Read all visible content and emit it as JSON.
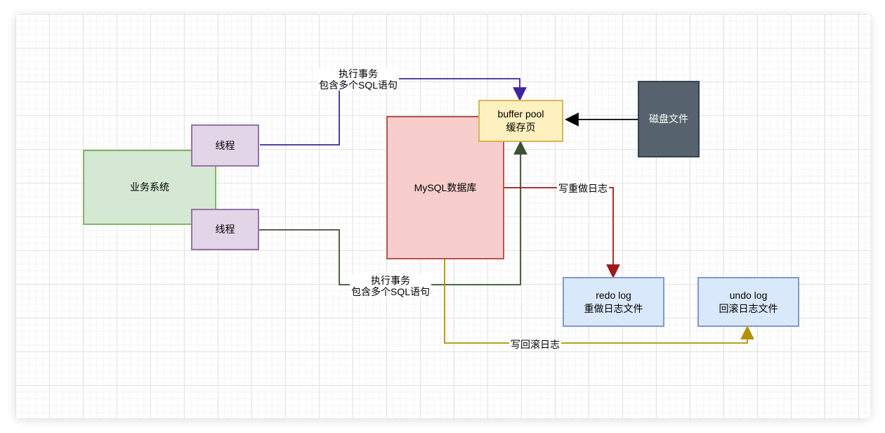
{
  "diagram": {
    "nodes": {
      "business_system": {
        "label": "业务系统"
      },
      "thread_top": {
        "label": "线程"
      },
      "thread_bottom": {
        "label": "线程"
      },
      "mysql": {
        "label": "MySQL数据库"
      },
      "buffer_pool": {
        "line1": "buffer pool",
        "line2": "缓存页"
      },
      "disk_file": {
        "label": "磁盘文件"
      },
      "redo_log": {
        "line1": "redo log",
        "line2": "重做日志文件"
      },
      "undo_log": {
        "line1": "undo log",
        "line2": "回滚日志文件"
      }
    },
    "edge_labels": {
      "exec_top": {
        "line1": "执行事务",
        "line2": "包含多个SQL语句"
      },
      "exec_bottom": {
        "line1": "执行事务",
        "line2": "包含多个SQL语句"
      },
      "write_redo": "写重做日志",
      "write_undo": "写回滚日志"
    },
    "colors": {
      "business_fill": "#d5e8d4",
      "business_border": "#82b366",
      "thread_fill": "#e1d5e7",
      "thread_border": "#9673a6",
      "mysql_fill": "#f8cecc",
      "mysql_border": "#b85450",
      "buffer_fill": "#fff0c0",
      "buffer_border": "#d6b656",
      "disk_fill": "#56636e",
      "disk_border": "#35424c",
      "log_fill": "#dae8fc",
      "log_border": "#7e9cc7",
      "edge_exec_top": "#40239f",
      "edge_exec_bottom": "#3b5232",
      "edge_disk_read": "#000000",
      "edge_write_redo": "#9e1a1a",
      "edge_write_undo": "#b29200"
    }
  }
}
